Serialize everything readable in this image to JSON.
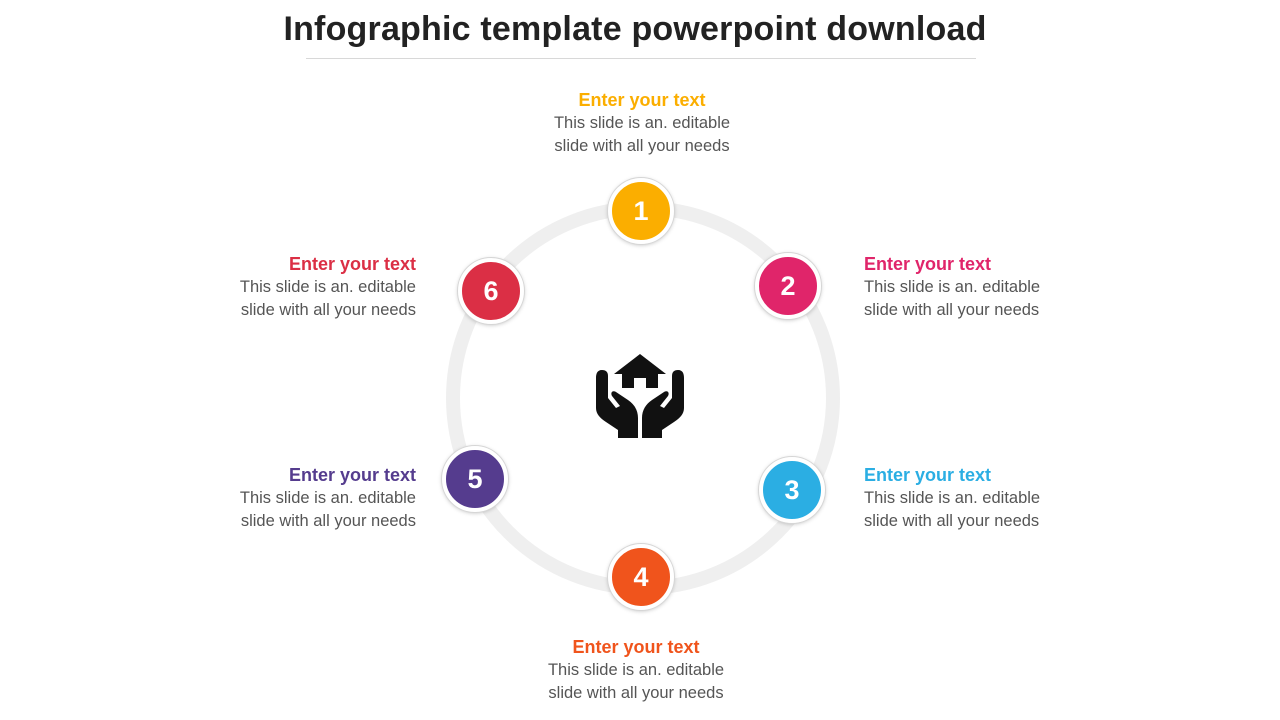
{
  "title": "Infographic template powerpoint download",
  "center_icon": "hands-holding-house-icon",
  "items": [
    {
      "num": "1",
      "heading": "Enter your text",
      "line1": "This slide is an. editable",
      "line2": "slide with all your needs",
      "color": "#FBAE00"
    },
    {
      "num": "2",
      "heading": "Enter your text",
      "line1": "This slide is an. editable",
      "line2": "slide with all your needs",
      "color": "#E0256A"
    },
    {
      "num": "3",
      "heading": "Enter your text",
      "line1": "This slide is an. editable",
      "line2": "slide with all your needs",
      "color": "#2BAEE3"
    },
    {
      "num": "4",
      "heading": "Enter your text",
      "line1": "This slide is an. editable",
      "line2": "slide with all your needs",
      "color": "#F0541C"
    },
    {
      "num": "5",
      "heading": "Enter your text",
      "line1": "This slide is an. editable",
      "line2": "slide with all your needs",
      "color": "#553C8E"
    },
    {
      "num": "6",
      "heading": "Enter your text",
      "line1": "This slide is an. editable",
      "line2": "slide with all your needs",
      "color": "#DB2F45"
    }
  ],
  "ring_color": "#EFEFEF"
}
